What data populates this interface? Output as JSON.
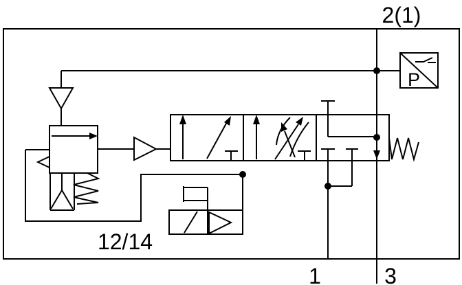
{
  "diagram": {
    "kind": "pneumatic-circuit-symbol",
    "background_color": "#ffffff",
    "line_color": "#000000",
    "labels": {
      "port_2": "2(1)",
      "pilot_ports": "12/14",
      "port_1": "1",
      "port_3": "3",
      "pressure_sensor": "P"
    },
    "components": [
      {
        "name": "enclosure-border"
      },
      {
        "name": "pressure-switch-sensor",
        "label": "P"
      },
      {
        "name": "pilot-exhaust-silencer"
      },
      {
        "name": "pressure-regulator-with-relief"
      },
      {
        "name": "pilot-booster-amplifier"
      },
      {
        "name": "main-valve-three-position"
      },
      {
        "name": "return-spring"
      },
      {
        "name": "solenoid-pilot-valve-with-manual-override"
      }
    ]
  }
}
